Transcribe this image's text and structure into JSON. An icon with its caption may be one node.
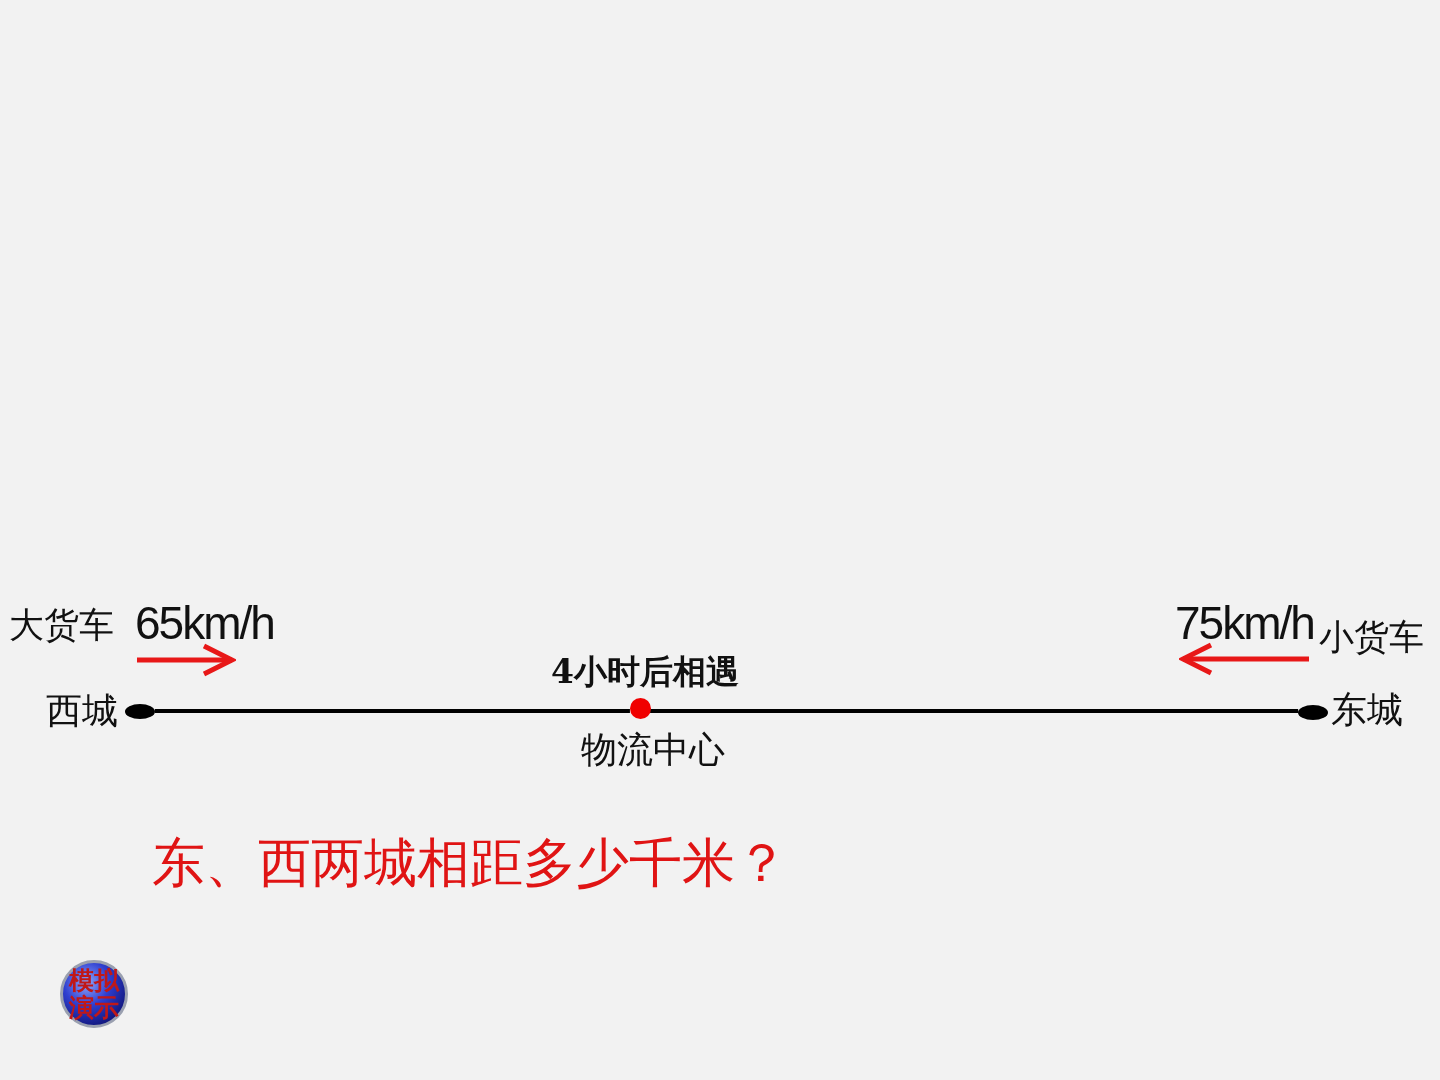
{
  "diagram": {
    "nodes": [
      {
        "text": [],
        "shape": "circle",
        "beside": [
          "西城"
        ]
      },
      {
        "text": [],
        "shape": "circle",
        "beside": [
          "4小时后相遇",
          "物流中心"
        ]
      },
      {
        "text": [],
        "shape": "circle",
        "beside": [
          "东城"
        ]
      }
    ],
    "edges": [
      {
        "from": 0,
        "to": 1,
        "arrow": "none"
      },
      {
        "from": 1,
        "to": 2,
        "arrow": "none"
      }
    ],
    "labels": [
      "大货车",
      "65km/h",
      "75km/h",
      "小货车",
      "东、西两城相距多少千米？",
      "模拟演示"
    ]
  }
}
